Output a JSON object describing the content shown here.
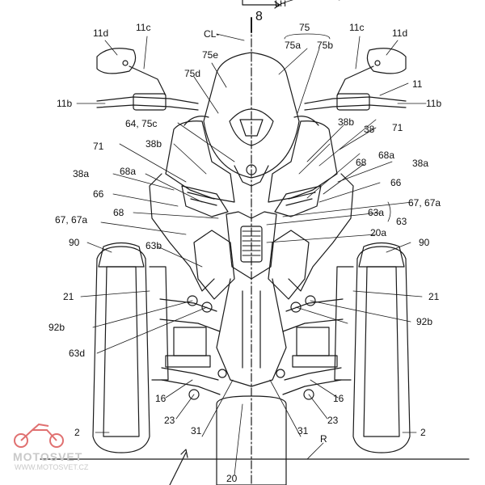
{
  "labels": {
    "arrow_dir": "LH",
    "section_no": "8",
    "cl": "CL-",
    "l75": "75",
    "l75a": "75a",
    "l75b": "75b",
    "l75e": "75e",
    "l75d": "75d",
    "l11d_left": "11d",
    "l11c_left": "11c",
    "l11c_right": "11c",
    "l11d_right": "11d",
    "l11": "11",
    "l11b_left": "11b",
    "l11b_right": "11b",
    "l64_75c": "64, 75c",
    "l38b_right": "38b",
    "l38": "38",
    "l71_right": "71",
    "l71_left": "71",
    "l38b_left": "38b",
    "l68a_right": "68a",
    "l68_right": "68",
    "l38a_right": "38a",
    "l38a_left": "38a",
    "l68a_left": "68a",
    "l66_left": "66",
    "l66_right": "66",
    "l67_67a_right": "67, 67a",
    "l68_left": "68",
    "l63a": "63a",
    "l63": "63",
    "l20a": "20a",
    "l67_67a_left": "67, 67a",
    "l90_left": "90",
    "l63b": "63b",
    "l90_right": "90",
    "l21_left": "21",
    "l21_right": "21",
    "l92b_left": "92b",
    "l92b_right": "92b",
    "l63d": "63d",
    "l16_left": "16",
    "l16_right": "16",
    "l23_left": "23",
    "l23_right": "23",
    "l2_left": "2",
    "l2_right": "2",
    "l31_left": "31",
    "l31_right": "31",
    "l20": "20",
    "lR": "R"
  },
  "watermark": {
    "brand": "MOTOSVET",
    "url": "WWW.MOTOSVET.CZ"
  },
  "colors": {
    "line": "#1a1a1a",
    "watermark_logo": "#e07070"
  }
}
